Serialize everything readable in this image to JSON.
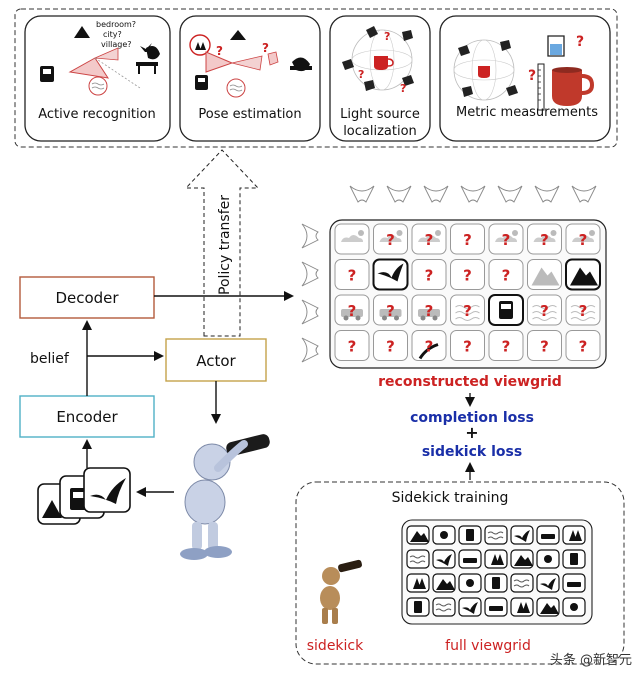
{
  "tasks": {
    "active_recognition": {
      "label": "Active recognition",
      "scene_question_1": "bedroom?",
      "scene_question_2": "city?",
      "scene_question_3": "village?"
    },
    "pose_estimation": {
      "label": "Pose estimation",
      "question": "?"
    },
    "light_source": {
      "label_line1": "Light source",
      "label_line2": "localization",
      "question": "?"
    },
    "metric_measurements": {
      "label": "Metric measurements",
      "question": "?"
    }
  },
  "policy_transfer": {
    "label": "Policy transfer"
  },
  "modules": {
    "decoder": {
      "label": "Decoder",
      "color": "#b35a3c"
    },
    "encoder": {
      "label": "Encoder",
      "color": "#4fb0c6"
    },
    "actor": {
      "label": "Actor",
      "color": "#c4a24a"
    },
    "belief": {
      "label": "belief"
    }
  },
  "viewgrid": {
    "caption": "reconstructed viewgrid",
    "caption_color": "#cc2222",
    "question_mark": "?",
    "cells": [
      [
        "weather",
        "weather?",
        "weather?",
        "?",
        "weather?",
        "weather?",
        "weather?"
      ],
      [
        "?",
        "bird",
        "?",
        "?",
        "?",
        "mountain-faded",
        "mountain"
      ],
      [
        "cars?",
        "cars?",
        "car?",
        "waves?",
        "tram",
        "waves?",
        "waves?"
      ],
      [
        "?",
        "?",
        "road?",
        "?",
        "?",
        "?",
        "?"
      ]
    ]
  },
  "losses": {
    "completion": "completion loss",
    "plus": "+",
    "sidekick": "sidekick loss",
    "color": "#1a2fa8"
  },
  "sidekick_training": {
    "title": "Sidekick training",
    "sidekick_label": "sidekick",
    "full_viewgrid_label": "full viewgrid",
    "label_color": "#cc2222"
  },
  "watermark": {
    "text": "头条 @新智元"
  }
}
